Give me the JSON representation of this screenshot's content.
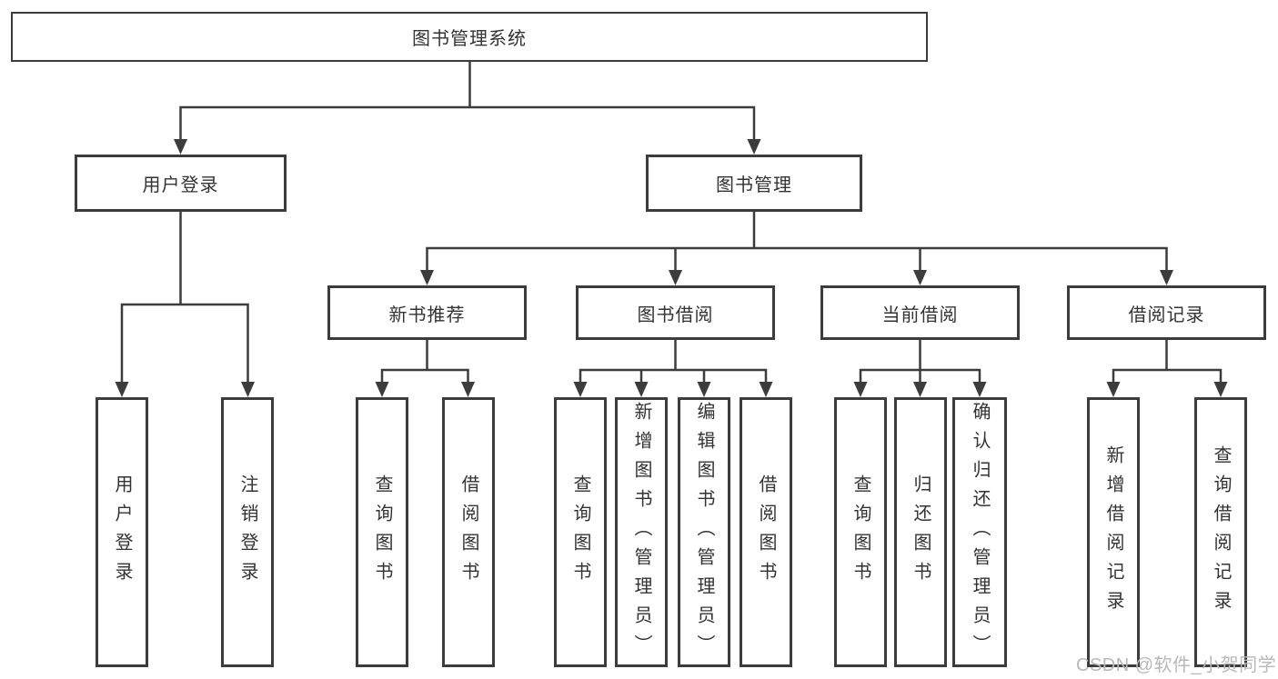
{
  "diagram": {
    "type": "hierarchy",
    "colors": {
      "background": "#ffffff",
      "box_border": "#3c3c3c",
      "connector_line": "#3c3c3c",
      "text": "#333333",
      "watermark_text": "#b9b9b9"
    },
    "tree": {
      "label": "图书管理系统",
      "children": [
        {
          "label": "用户登录",
          "children": [
            {
              "label": "用户登录"
            },
            {
              "label": "注销登录"
            }
          ]
        },
        {
          "label": "图书管理",
          "children": [
            {
              "label": "新书推荐",
              "children": [
                {
                  "label": "查询图书"
                },
                {
                  "label": "借阅图书"
                }
              ]
            },
            {
              "label": "图书借阅",
              "children": [
                {
                  "label": "查询图书"
                },
                {
                  "label": "新增图书（管理员）"
                },
                {
                  "label": "编辑图书（管理员）"
                },
                {
                  "label": "借阅图书"
                }
              ]
            },
            {
              "label": "当前借阅",
              "children": [
                {
                  "label": "查询图书"
                },
                {
                  "label": "归还图书"
                },
                {
                  "label": "确认归还（管理员）"
                }
              ]
            },
            {
              "label": "借阅记录",
              "children": [
                {
                  "label": "新增借阅记录"
                },
                {
                  "label": "查询借阅记录"
                }
              ]
            }
          ]
        }
      ]
    },
    "watermark": {
      "text": "CSDN @软件_小贺同学"
    }
  }
}
